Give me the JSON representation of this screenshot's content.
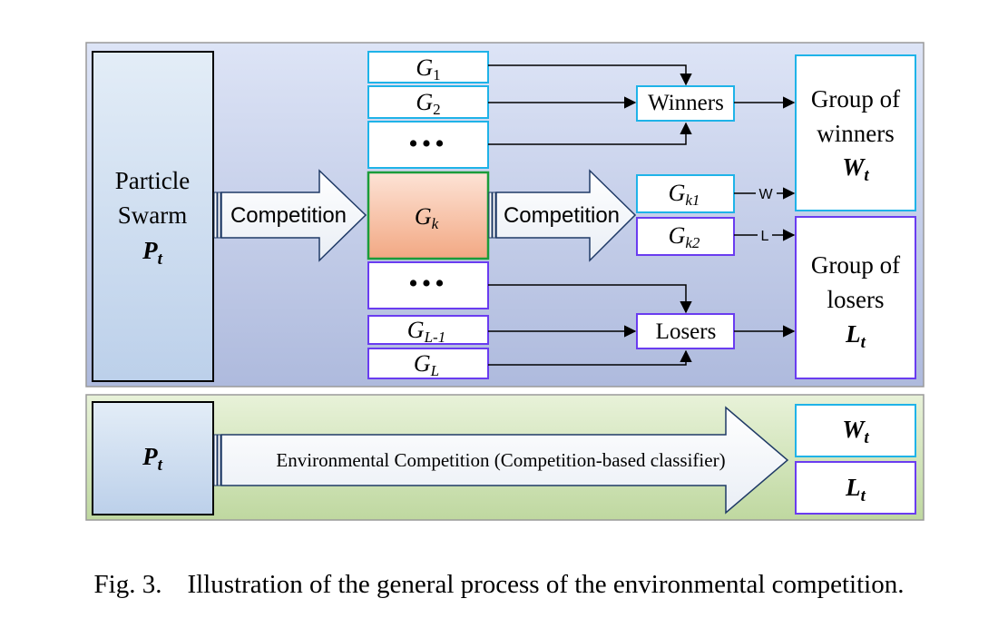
{
  "swarm": {
    "line1": "Particle",
    "line2": "Swarm",
    "sym": "P",
    "sub": "t"
  },
  "competition1": "Competition",
  "competition2": "Competition",
  "groups": {
    "g1": {
      "sym": "G",
      "sub": "1"
    },
    "g2": {
      "sym": "G",
      "sub": "2"
    },
    "dots_top": "•••",
    "gk": {
      "sym": "G",
      "sub": "k"
    },
    "dots_bottom": "•••",
    "gl1": {
      "sym": "G",
      "sub": "L-1"
    },
    "gl": {
      "sym": "G",
      "sub": "L"
    }
  },
  "split": {
    "gk1": {
      "sym": "G",
      "sub": "k1"
    },
    "gk2": {
      "sym": "G",
      "sub": "k2"
    },
    "w_tag": "W",
    "l_tag": "L"
  },
  "winners_label": "Winners",
  "losers_label": "Losers",
  "group_winners": {
    "line1": "Group of",
    "line2": "winners",
    "sym": "W",
    "sub": "t"
  },
  "group_losers": {
    "line1": "Group of",
    "line2": "losers",
    "sym": "L",
    "sub": "t"
  },
  "bottom": {
    "sym": "P",
    "sub": "t",
    "arrow_label": "Environmental Competition (Competition-based classifier)",
    "w": {
      "sym": "W",
      "sub": "t"
    },
    "l": {
      "sym": "L",
      "sub": "t"
    }
  },
  "caption": {
    "fig": "Fig. 3.",
    "text": "Illustration of the general process of the environmental competition."
  },
  "colors": {
    "cyan_border": "#1fb3e8",
    "purple_border": "#6a3cf0",
    "green_border": "#1a9c3a",
    "panel_border": "#9a9a9a"
  }
}
